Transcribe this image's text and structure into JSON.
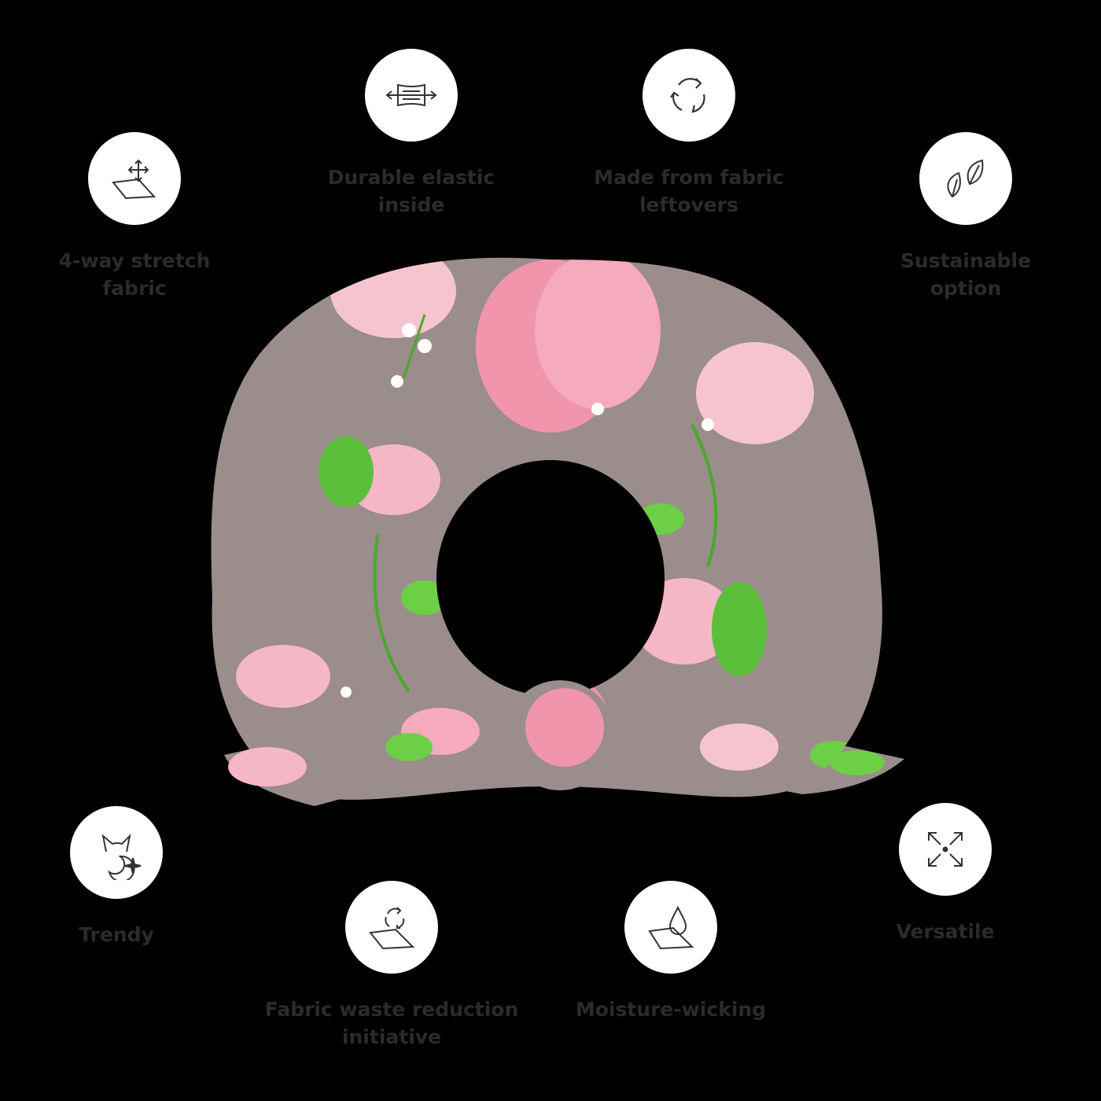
{
  "features": {
    "stretch": "4-way stretch\nfabric",
    "elastic": "Durable elastic\ninside",
    "leftovers": "Made from fabric\nleftovers",
    "sustainable": "Sustainable\noption",
    "trendy": "Trendy",
    "waste": "Fabric waste reduction\ninitiative",
    "moisture": "Moisture-wicking",
    "versatile": "Versatile"
  },
  "colors": {
    "background": "#000000",
    "fabric": "#9a8d8c",
    "petal": "#f4a6b8",
    "leaf": "#5cbf3a",
    "label": "#2b2b2b"
  }
}
